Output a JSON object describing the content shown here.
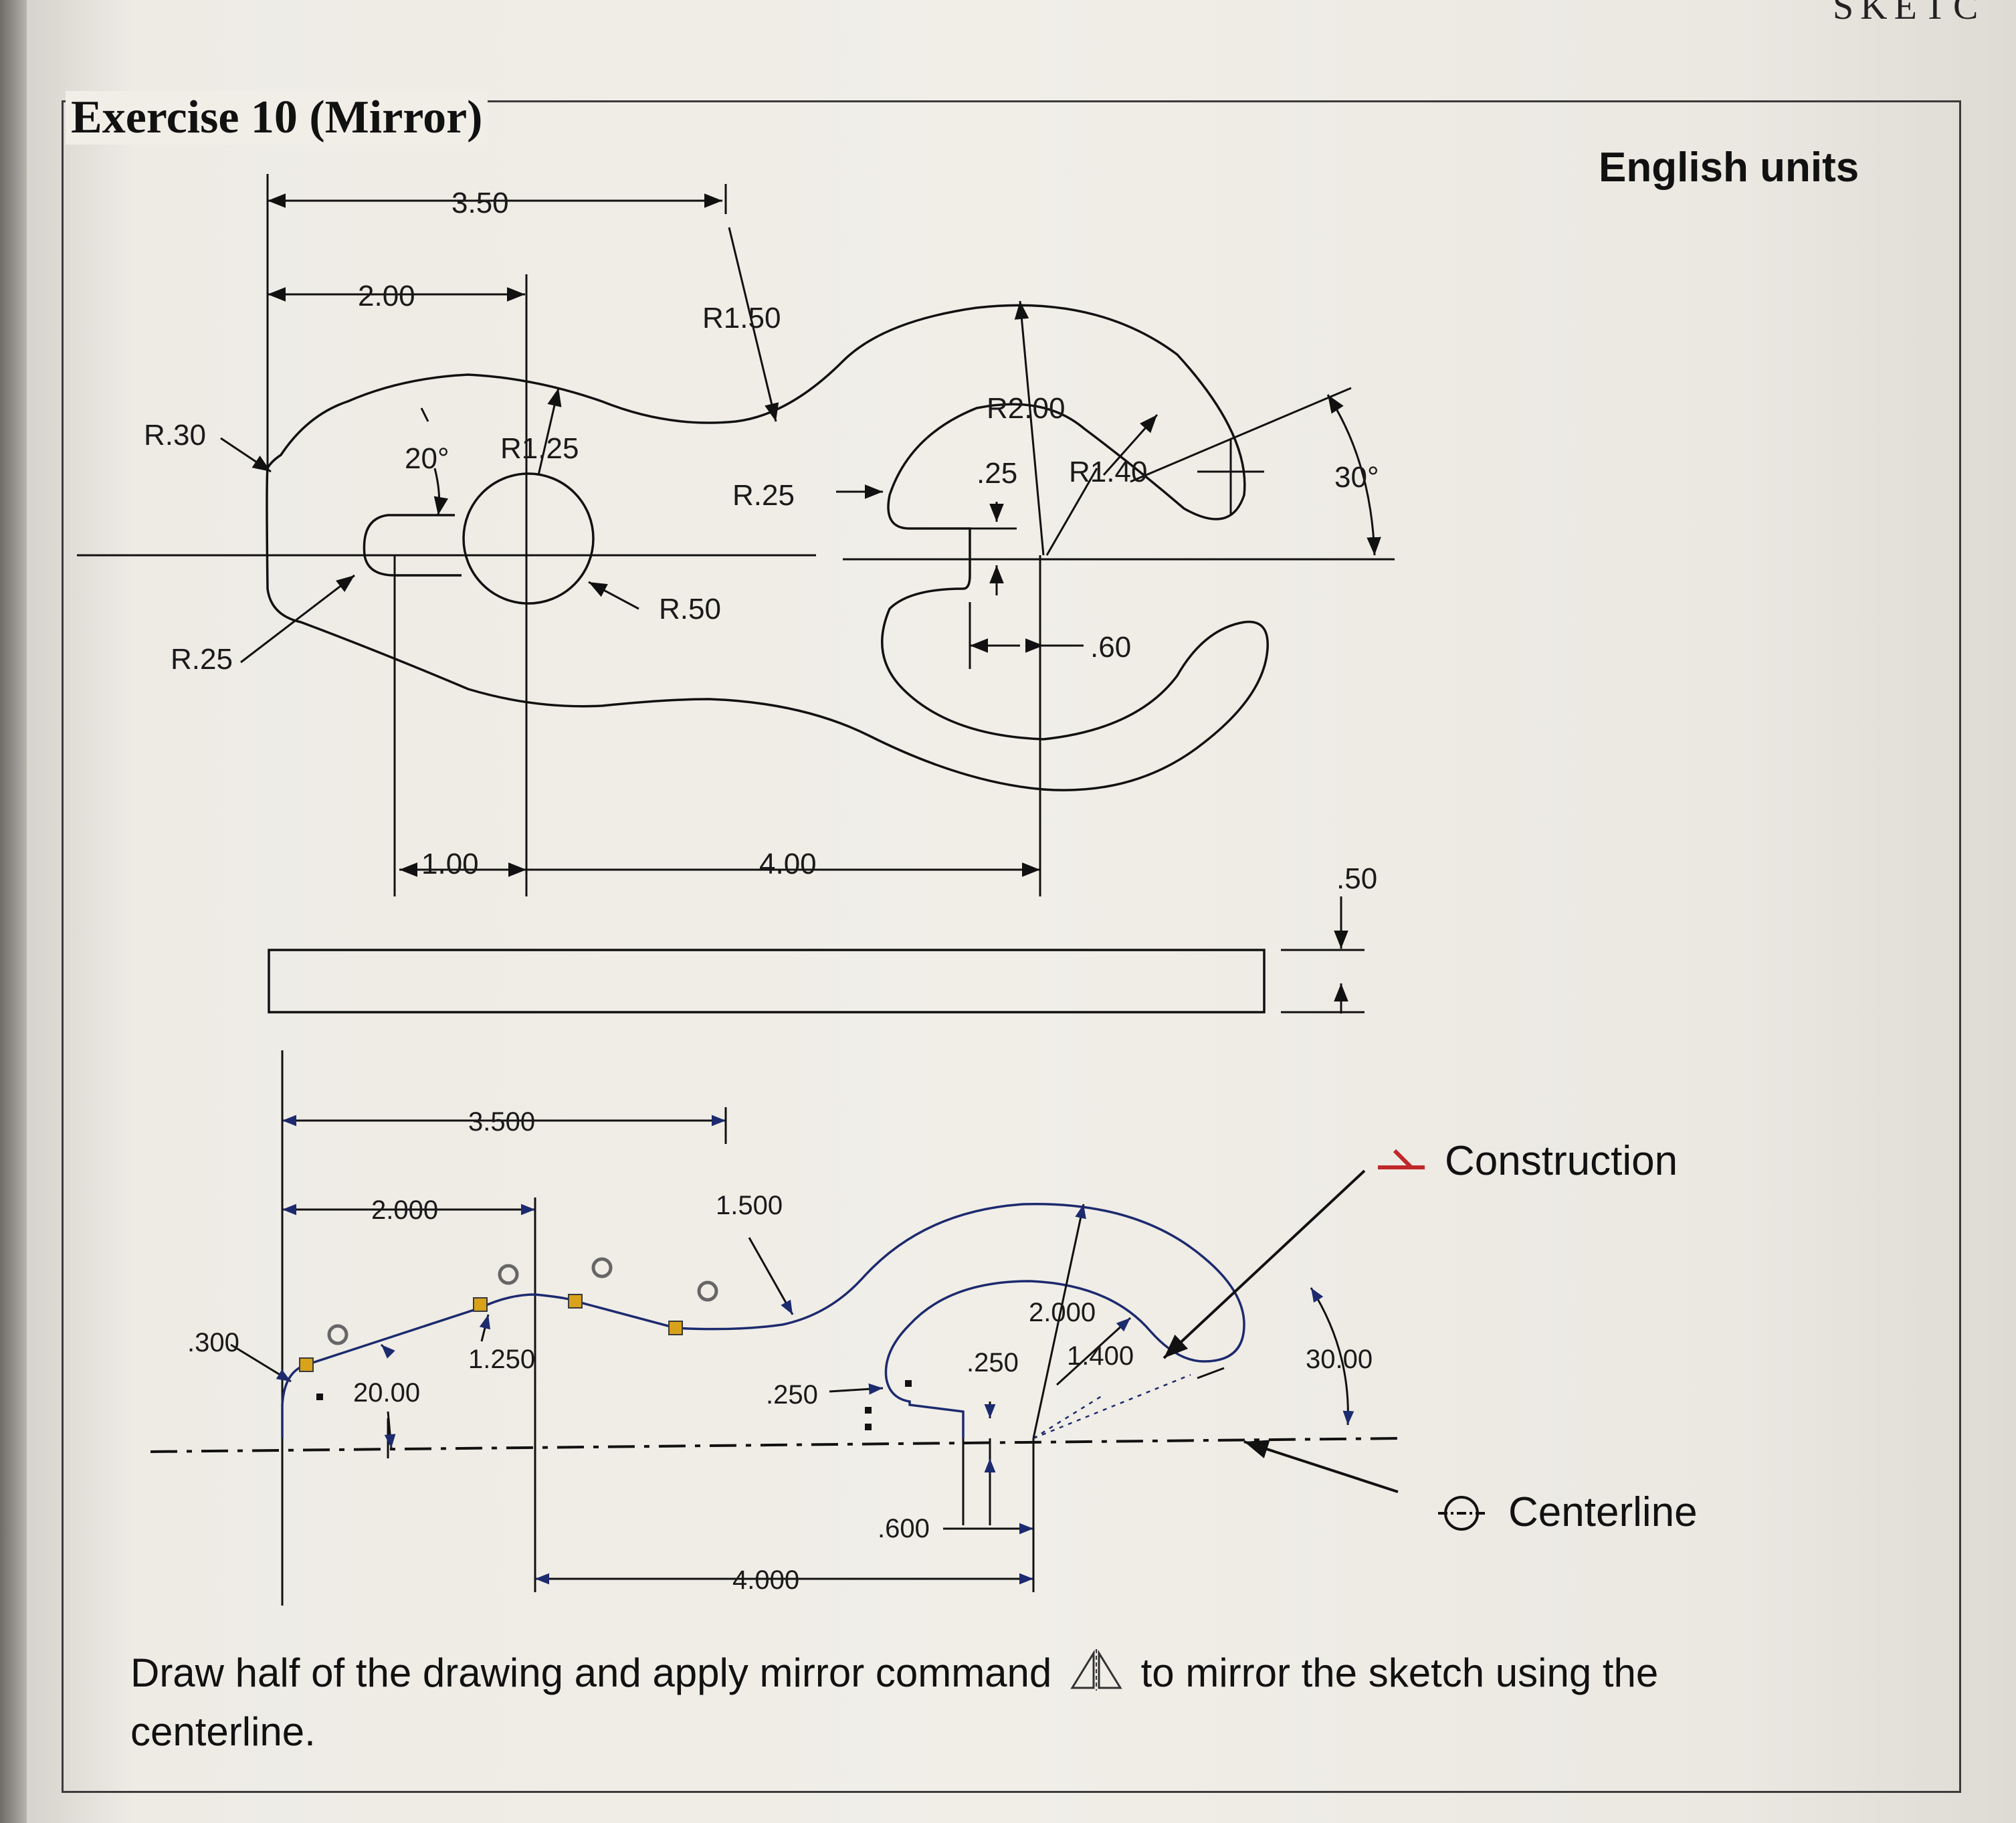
{
  "running_head": "SKETC",
  "title": "Exercise 10 (Mirror)",
  "units": "English units",
  "drawing": {
    "dimensions": {
      "overall_length": "3.50",
      "upper_2": "2.00",
      "r_150": "R1.50",
      "r_30": "R.30",
      "angle_20": "20°",
      "r_125": "R1.25",
      "r_25_left": "R.25",
      "r_50": "R.50",
      "r_25_inner": "R.25",
      "r_200": "R2.00",
      "gap_25": ".25",
      "r_140": "R1.40",
      "angle_30": "30°",
      "width_60": ".60",
      "spacing_100": "1.00",
      "spacing_400": "4.00",
      "thickness_50": ".50"
    }
  },
  "sketch": {
    "dimensions": {
      "overall_length": "3.500",
      "upper_2": "2.000",
      "r_1500": "1.500",
      "r_300": ".300",
      "r_1250": "1.250",
      "angle_20": "20.00",
      "r_250": ".250",
      "r_2000": "2.000",
      "gap_250": ".250",
      "r_1400": "1.400",
      "angle_30": "30.00",
      "width_600": ".600",
      "spacing_4000": "4.000"
    },
    "legend": {
      "construction": "Construction",
      "centerline": "Centerline"
    }
  },
  "instruction": {
    "part1": "Draw half of the drawing and apply mirror command",
    "part2": "to mirror the sketch using the centerline."
  },
  "colors": {
    "sketch_line": "#1c2a6e",
    "constraint_marker": "#d9a21b",
    "construction_red": "#c0282a"
  }
}
